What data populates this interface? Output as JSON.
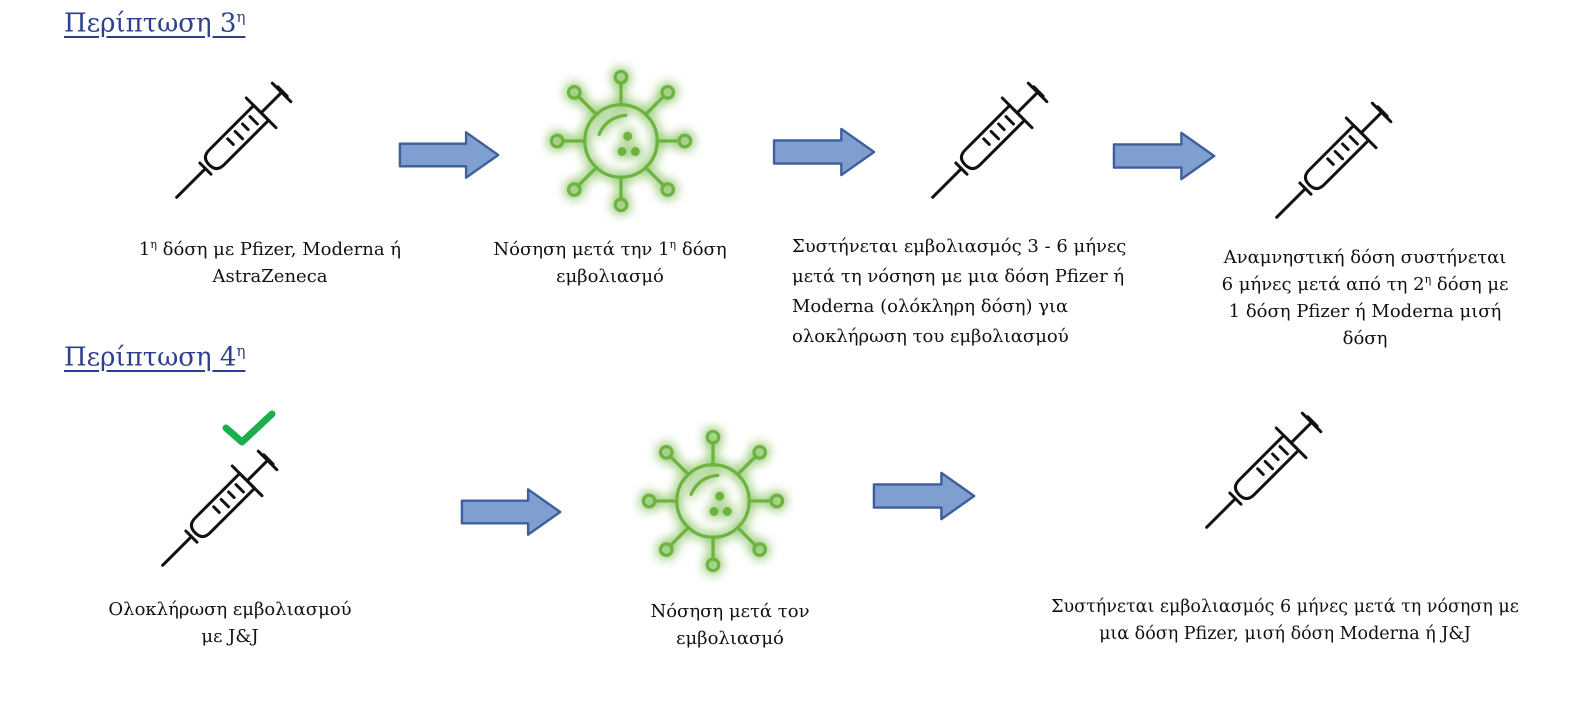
{
  "case3": {
    "title": "Περίπτωση 3",
    "title_sup": "η",
    "steps": [
      {
        "icon": "syringe-icon",
        "lines": [
          [
            "1",
            "η",
            " δόση με Pfizer, Moderna ή"
          ],
          [
            "AstraZeneca",
            "",
            ""
          ]
        ]
      },
      {
        "icon": "virus-icon",
        "lines": [
          [
            "Νόσηση μετά την 1",
            "η",
            " δόση"
          ],
          [
            "εμβολιασμό",
            "",
            ""
          ]
        ]
      },
      {
        "icon": "syringe-icon",
        "lines": [
          [
            "Συστήνεται εμβολιασμός 3 - 6 μήνες",
            "",
            ""
          ],
          [
            "μετά τη νόσηση με μια δόση Pfizer ή",
            "",
            ""
          ],
          [
            "Moderna (ολόκληρη δόση) για",
            "",
            ""
          ],
          [
            "ολοκλήρωση του εμβολιασμού",
            "",
            ""
          ]
        ]
      },
      {
        "icon": "syringe-icon",
        "lines": [
          [
            "Αναμνηστική δόση συστήνεται",
            "",
            ""
          ],
          [
            "6 μήνες μετά από τη 2",
            "η",
            " δόση με"
          ],
          [
            "1 δόση Pfizer ή  Moderna μισή",
            "",
            ""
          ],
          [
            "δόση",
            "",
            ""
          ]
        ]
      }
    ]
  },
  "case4": {
    "title": "Περίπτωση 4",
    "title_sup": "η",
    "steps": [
      {
        "icon": "syringe-with-checkmark-icon",
        "lines": [
          [
            "Ολοκλήρωση εμβολιασμού",
            "",
            ""
          ],
          [
            "με J&J",
            "",
            ""
          ]
        ]
      },
      {
        "icon": "virus-icon",
        "lines": [
          [
            "Νόσηση μετά τον",
            "",
            ""
          ],
          [
            "εμβολιασμό",
            "",
            ""
          ]
        ]
      },
      {
        "icon": "syringe-icon",
        "lines": [
          [
            "Συστήνεται εμβολιασμός 6 μήνες μετά τη νόσηση με",
            "",
            ""
          ],
          [
            "μια δόση Pfizer, μισή δόση Moderna ή J&J",
            "",
            ""
          ]
        ]
      }
    ]
  },
  "colors": {
    "heading": "#2e3f8f",
    "arrow_fill": "#7f9fd0",
    "arrow_stroke": "#3f5f9a",
    "virus": "#6db33f",
    "virus_glow": "#9bd25a",
    "checkmark": "#1aae4c",
    "syringe": "#111111"
  }
}
